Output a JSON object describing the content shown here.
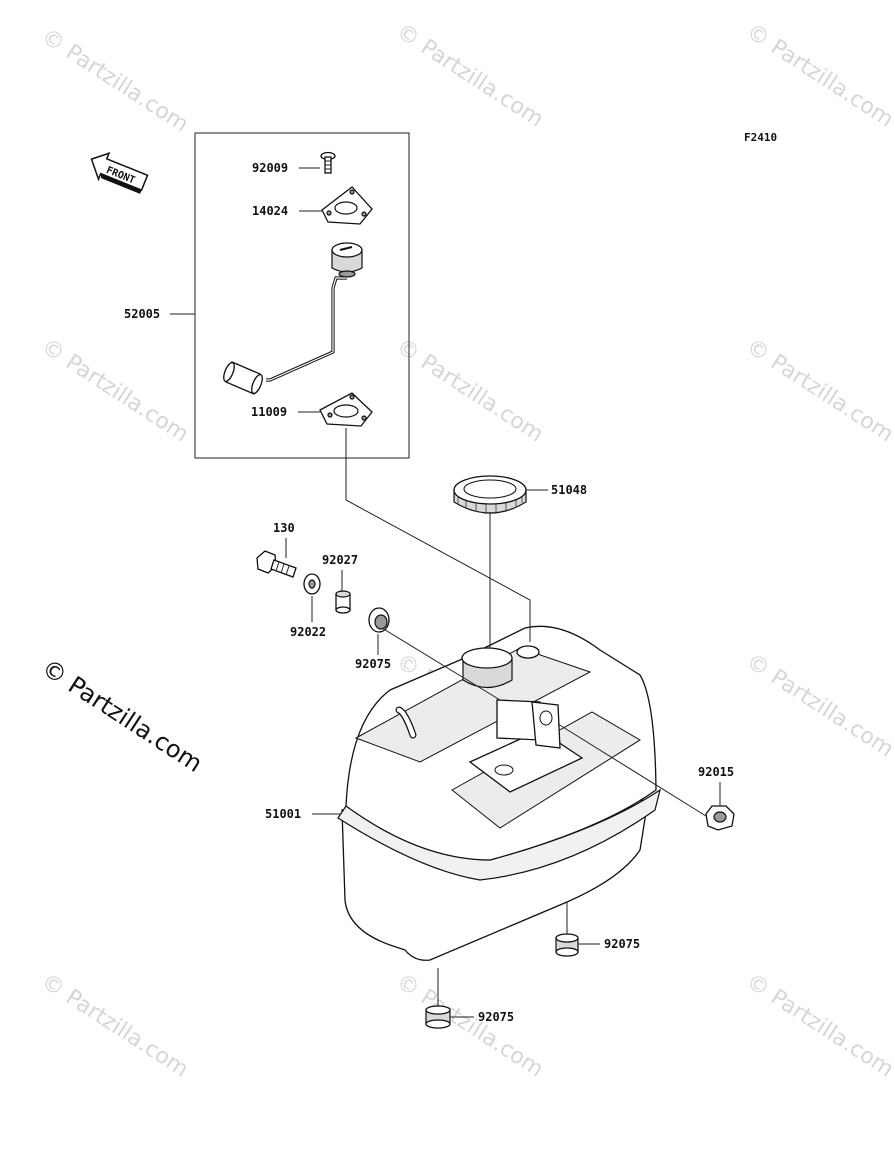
{
  "figure_code": "F2410",
  "front_label": "FRONT",
  "brand_mark": "© Partzilla.com",
  "watermark_text": "© Partzilla.com",
  "parts": [
    {
      "id": "92009"
    },
    {
      "id": "14024"
    },
    {
      "id": "52005"
    },
    {
      "id": "11009"
    },
    {
      "id": "51048"
    },
    {
      "id": "130"
    },
    {
      "id": "92027"
    },
    {
      "id": "92022"
    },
    {
      "id": "92075"
    },
    {
      "id": "92015"
    },
    {
      "id": "51001"
    },
    {
      "id": "92075"
    },
    {
      "id": "92075"
    }
  ]
}
